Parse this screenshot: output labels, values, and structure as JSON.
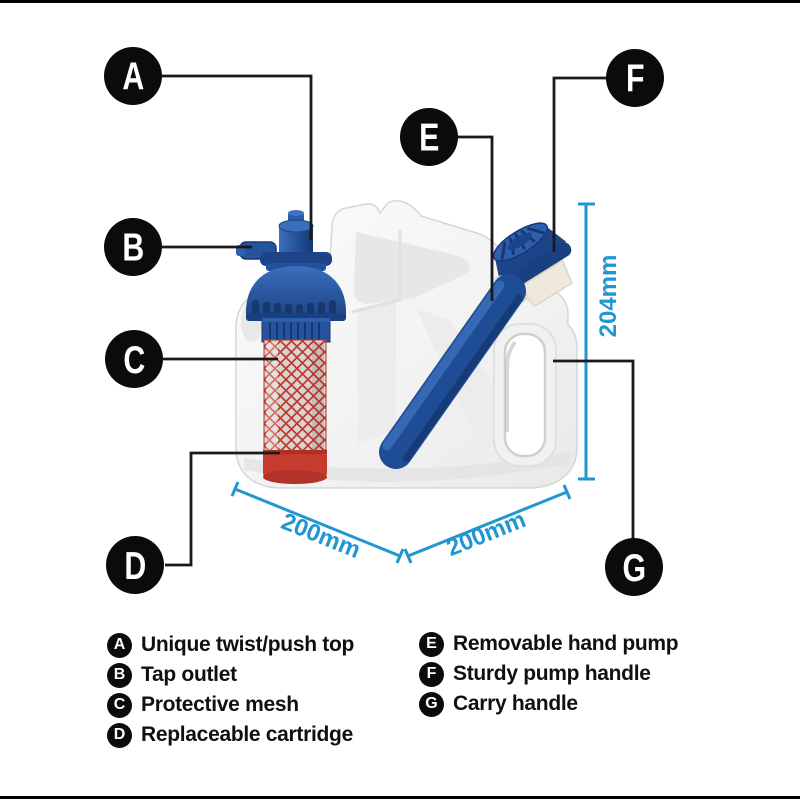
{
  "parts": [
    {
      "letter": "A",
      "label": "Unique twist/push top"
    },
    {
      "letter": "B",
      "label": "Tap outlet"
    },
    {
      "letter": "C",
      "label": "Protective mesh"
    },
    {
      "letter": "D",
      "label": "Replaceable cartridge"
    },
    {
      "letter": "E",
      "label": "Removable hand pump"
    },
    {
      "letter": "F",
      "label": "Sturdy pump handle"
    },
    {
      "letter": "G",
      "label": "Carry handle"
    }
  ],
  "dimensions": {
    "height": "204mm",
    "base_left": "200mm",
    "base_right": "200mm"
  },
  "colors": {
    "dimension_blue": "#2196d3",
    "marker_black": "#0b0b0b",
    "part_blue": "#24549e",
    "part_blue_dark": "#17386e",
    "cartridge_red": "#c63b2e",
    "can_white": "#f4f4f4"
  }
}
